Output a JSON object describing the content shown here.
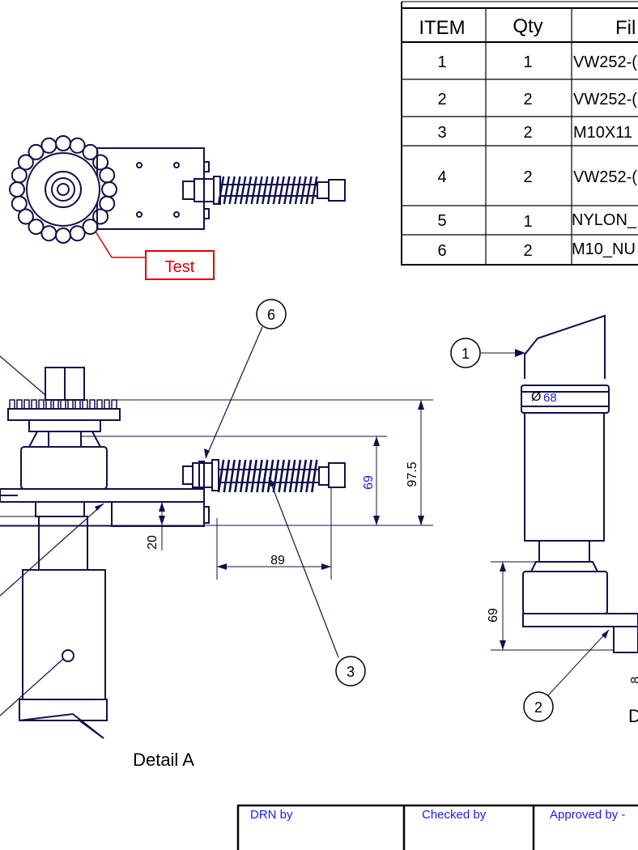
{
  "bom": {
    "headers": [
      "ITEM",
      "Qty",
      "Fil"
    ],
    "rows": [
      {
        "item": "1",
        "qty": "1",
        "file": "VW252-("
      },
      {
        "item": "2",
        "qty": "2",
        "file": "VW252-("
      },
      {
        "item": "3",
        "qty": "2",
        "file": "M10X11"
      },
      {
        "item": "4",
        "qty": "2",
        "file": "VW252-("
      },
      {
        "item": "5",
        "qty": "1",
        "file": "NYLON_"
      },
      {
        "item": "6",
        "qty": "2",
        "file": "M10_NU"
      }
    ]
  },
  "callouts": {
    "test": "Test",
    "balloon_1": "1",
    "balloon_2": "2",
    "balloon_3": "3",
    "balloon_6": "6"
  },
  "dimensions": {
    "d_97_5": "97.5",
    "d_69_blue": "69",
    "d_20": "20",
    "d_89": "89",
    "d_dia_symbol": "Ø",
    "d_dia_68": "68",
    "d_69_right": "69",
    "d_partial_8": "8"
  },
  "labels": {
    "detail_a": "Detail A",
    "detail_partial": "D"
  },
  "title_block": {
    "drn_by": "DRN by",
    "checked_by": "Checked by",
    "approved_by": "Approved by -"
  },
  "colors": {
    "line": "#10104a",
    "blue_dimension": "#1a1aff",
    "red_callout": "#e00000"
  }
}
